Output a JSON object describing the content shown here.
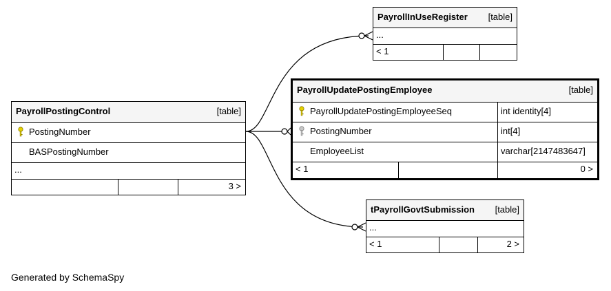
{
  "tables": {
    "in_use": {
      "name": "PayrollInUseRegister",
      "type": "[table]",
      "ellipsis": "...",
      "footer_left": "< 1",
      "footer_right": ""
    },
    "control": {
      "name": "PayrollPostingControl",
      "type": "[table]",
      "columns": [
        {
          "name": "PostingNumber",
          "key": "primary"
        },
        {
          "name": "BASPostingNumber",
          "key": "none"
        }
      ],
      "ellipsis": "...",
      "footer_left": "",
      "footer_right": "3 >"
    },
    "update": {
      "name": "PayrollUpdatePostingEmployee",
      "type": "[table]",
      "columns": [
        {
          "name": "PayrollUpdatePostingEmployeeSeq",
          "datatype": "int identity[4]",
          "key": "primary"
        },
        {
          "name": "PostingNumber",
          "datatype": "int[4]",
          "key": "foreign"
        },
        {
          "name": "EmployeeList",
          "datatype": "varchar[2147483647]",
          "key": "none"
        }
      ],
      "footer_left": "< 1",
      "footer_right": "0 >"
    },
    "govt": {
      "name": "tPayrollGovtSubmission",
      "type": "[table]",
      "ellipsis": "...",
      "footer_left": "< 1",
      "footer_right": "2 >"
    }
  },
  "colors": {
    "primary_key": "#e6d200",
    "foreign_key": "#a8a8a8",
    "header_bg": "#f5f5f5"
  },
  "credit": "Generated by SchemaSpy"
}
